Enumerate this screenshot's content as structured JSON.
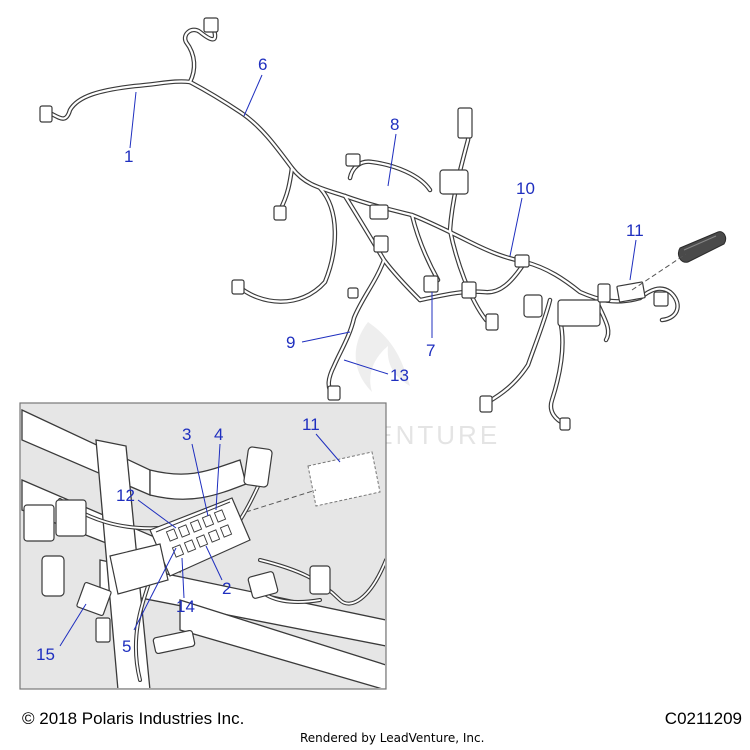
{
  "callouts": {
    "c1": "1",
    "c2": "2",
    "c3": "3",
    "c4": "4",
    "c5": "5",
    "c6": "6",
    "c7": "7",
    "c8": "8",
    "c9": "9",
    "c10": "10",
    "c11_main": "11",
    "c11_inset": "11",
    "c12": "12",
    "c13": "13",
    "c14": "14",
    "c15": "15"
  },
  "watermark": "LEADVENTURE",
  "footer": {
    "copyright": "© 2018 Polaris Industries Inc.",
    "rendered_by": "Rendered by LeadVenture, Inc.",
    "diagram_code": "C0211209"
  },
  "colors": {
    "callout": "#1f2fbf",
    "inset_background": "#e6e6e6",
    "line": "#3a3a3a"
  }
}
